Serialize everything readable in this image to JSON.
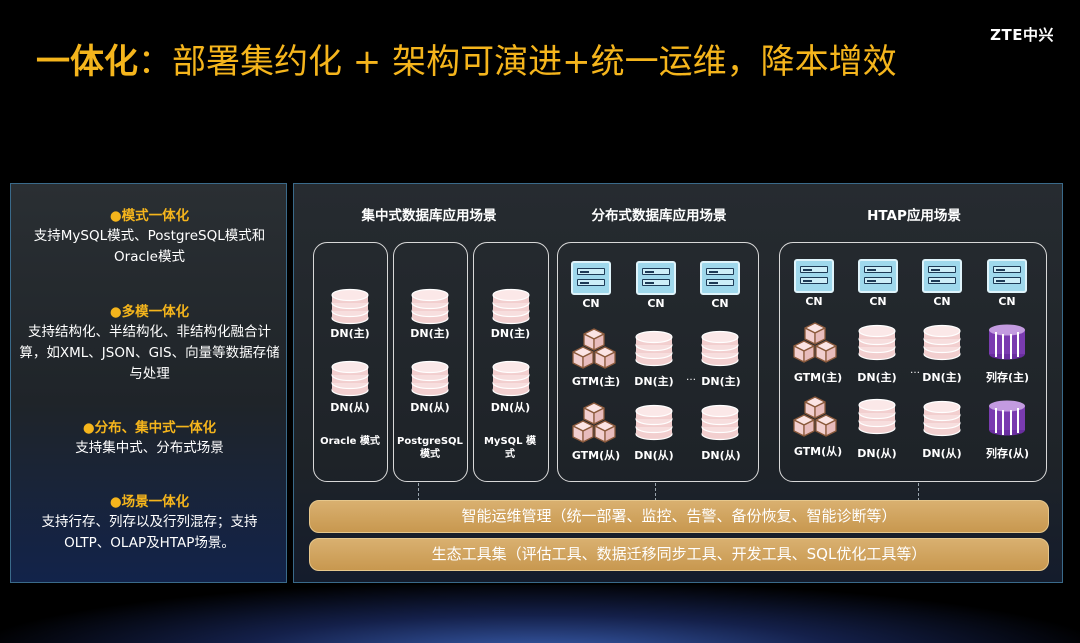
{
  "title": {
    "highlight": "一体化",
    "rest": "：部署集约化 + 架构可演进+统一运维，降本增效"
  },
  "logo": "ZTE中兴",
  "left_panel": [
    {
      "head": "●模式一体化",
      "text": "支持MySQL模式、PostgreSQL模式和Oracle模式"
    },
    {
      "head": "●多模一体化",
      "text": "支持结构化、半结构化、非结构化融合计算，如XML、JSON、GIS、向量等数据存储与处理"
    },
    {
      "head": "●分布、集中式一体化",
      "text": "支持集中式、分布式场景"
    },
    {
      "head": "●场景一体化",
      "text": "支持行存、列存以及行列混存；支持OLTP、OLAP及HTAP场景。"
    }
  ],
  "sections": {
    "centralized": "集中式数据库应用场景",
    "distributed": "分布式数据库应用场景",
    "htap": "HTAP应用场景"
  },
  "centralized": [
    {
      "primary": "DN(主)",
      "replica": "DN(从)",
      "mode": "Oracle 模式"
    },
    {
      "primary": "DN(主)",
      "replica": "DN(从)",
      "mode": "PostgreSQL 模式"
    },
    {
      "primary": "DN(主)",
      "replica": "DN(从)",
      "mode": "MySQL 模式"
    }
  ],
  "distributed": {
    "cn": [
      "CN",
      "CN",
      "CN"
    ],
    "row1": [
      "GTM(主)",
      "DN(主)",
      "DN(主)"
    ],
    "row2": [
      "GTM(从)",
      "DN(从)",
      "DN(从)"
    ],
    "ellipsis": "…"
  },
  "htap": {
    "cn": [
      "CN",
      "CN",
      "CN",
      "CN"
    ],
    "row1": [
      "GTM(主)",
      "DN(主)",
      "DN(主)",
      "列存(主)"
    ],
    "row2": [
      "GTM(从)",
      "DN(从)",
      "DN(从)",
      "列存(从)"
    ],
    "ellipsis": "…"
  },
  "bars": {
    "ops": "智能运维管理（统一部署、监控、告警、备份恢复、智能诊断等）",
    "tools": "生态工具集（评估工具、数据迁移同步工具、开发工具、SQL优化工具等）"
  },
  "icons": {
    "db": "database-icon",
    "server": "server-icon",
    "gtm": "cubes-icon",
    "columnar": "columnar-storage-icon"
  },
  "colors": {
    "accent": "#f5b51c",
    "bar": "#c8984f",
    "db": "#f6d6d6",
    "server": "#9fd8ec",
    "columnar": "#7a3bb0"
  }
}
